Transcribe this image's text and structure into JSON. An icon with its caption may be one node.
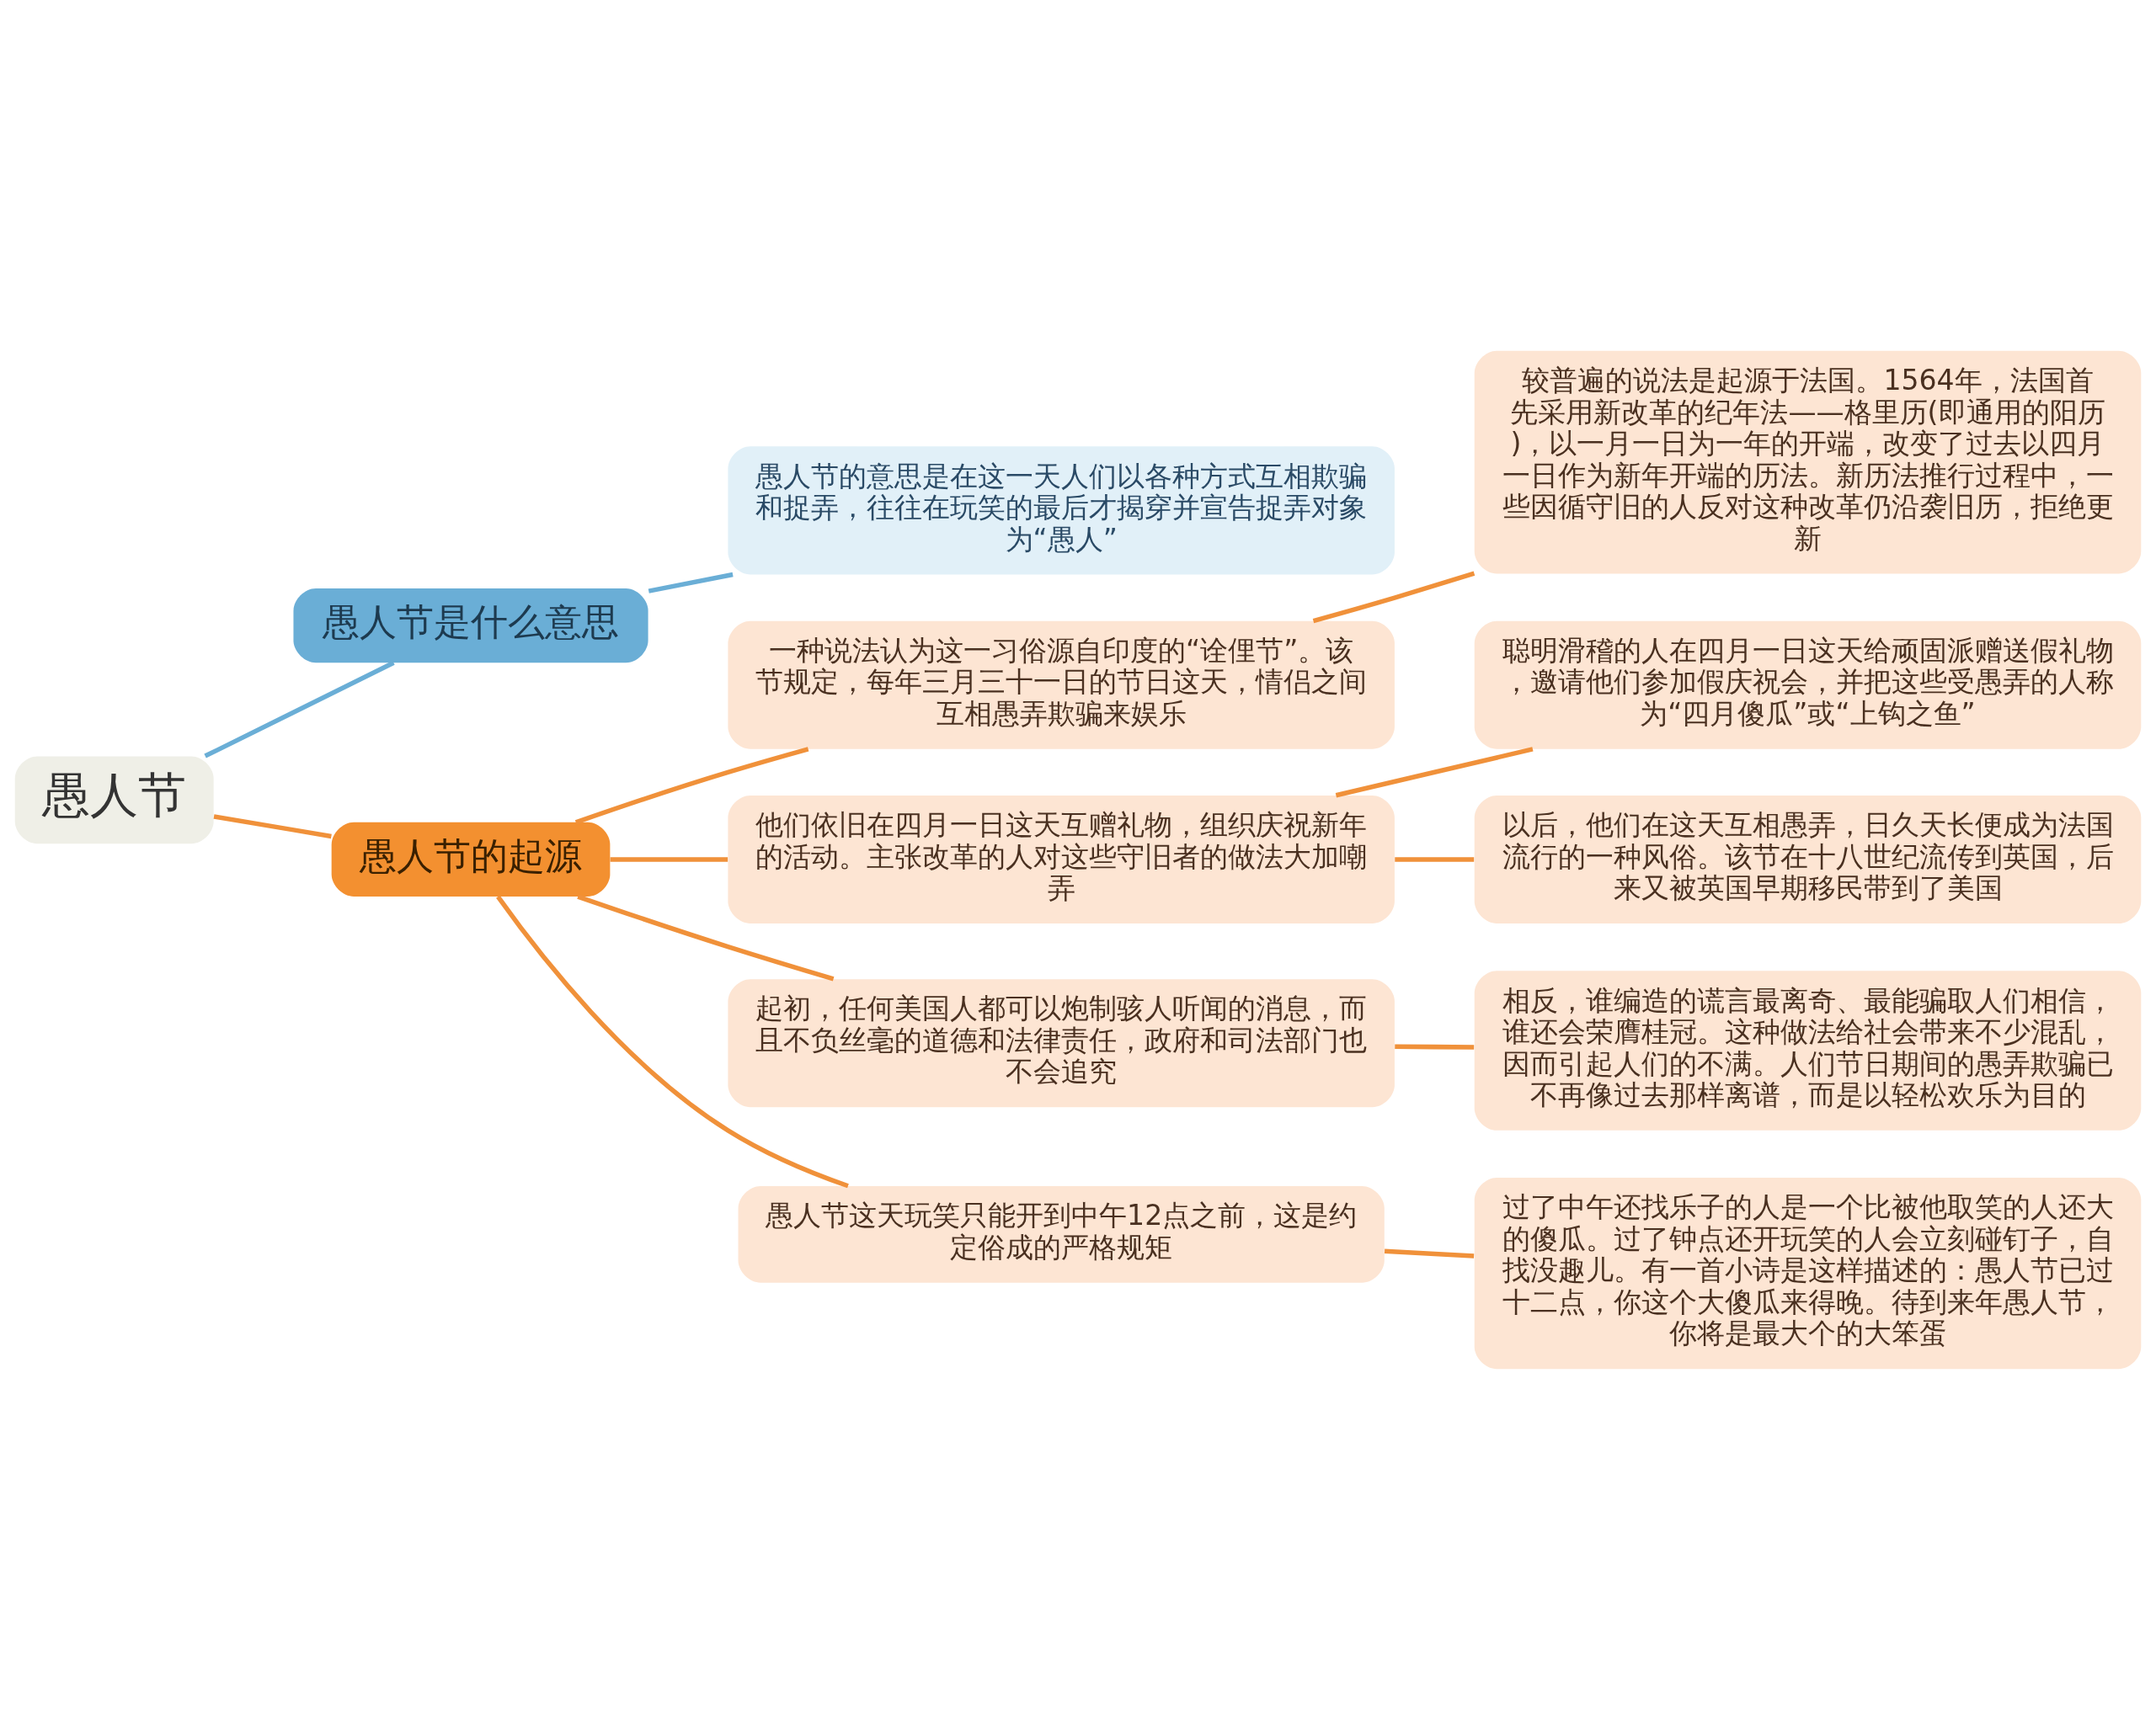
{
  "diagram": {
    "nodes": [
      {
        "text": [
          "愚人节"
        ]
      },
      {
        "text": [
          "愚人节是什么意思"
        ]
      },
      {
        "text": [
          "愚人节的意思是在这一天人们以各种方式互相欺骗和捉弄，往往在玩笑的最后才揭穿并宣告捉弄对象为“愚人”"
        ]
      },
      {
        "text": [
          "愚人节的起源"
        ]
      },
      {
        "text": [
          "一种说法认为这一习俗源自印度的“诠俚节”。该节规定，每年三月三十一日的节日这天，情侣之间互相愚弄欺骗来娱乐"
        ]
      },
      {
        "text": [
          "较普遍的说法是起源于法国。1564年，法国首先采用新改革的纪年法——格里历(即通用的阳历)，以一月一日为一年的开端，改变了过去以四月一日作为新年开端的历法。新历法推行过程中，一些因循守旧的人反对这种改革仍沿袭旧历，拒绝更新"
        ]
      },
      {
        "text": [
          "他们依旧在四月一日这天互赠礼物，组织庆祝新年的活动。主张改革的人对这些守旧者的做法大加嘲弄"
        ]
      },
      {
        "text": [
          "聪明滑稽的人在四月一日这天给顽固派赠送假礼物，邀请他们参加假庆祝会，并把这些受愚弄的人称为“四月傻瓜”或“上钩之鱼”"
        ]
      },
      {
        "text": [
          "以后，他们在这天互相愚弄，日久天长便成为法国流行的一种风俗。该节在十八世纪流传到英国，后来又被英国早期移民带到了美国"
        ]
      },
      {
        "text": [
          "起初，任何美国人都可以炮制骇人听闻的消息，而且不负丝毫的道德和法律责任，政府和司法部门也不会追究"
        ]
      },
      {
        "text": [
          "相反，谁编造的谎言最离奇、最能骗取人们相信，谁还会荣膺桂冠。这种做法给社会带来不少混乱，因而引起人们的不满。人们节日期间的愚弄欺骗已不再像过去那样离谱，而是以轻松欢乐为目的"
        ]
      },
      {
        "text": [
          "愚人节这天玩笑只能开到中午12点之前，这是约定俗成的严格规矩"
        ]
      },
      {
        "text": [
          "过了中午还找乐子的人是一个比被他取笑的人还大的傻瓜。过了钟点还开玩笑的人会立刻碰钉子，自找没趣儿。有一首小诗是这样描述的：愚人节已过十二点，你这个大傻瓜来得晚。待到来年愚人节，你将是最大个的大笨蛋"
        ]
      }
    ],
    "edges": [
      {
        "from": 0,
        "to": 1,
        "arrow": "none",
        "color": "#6aaed6"
      },
      {
        "from": 1,
        "to": 2,
        "arrow": "none",
        "color": "#6aaed6"
      },
      {
        "from": 0,
        "to": 3,
        "arrow": "none"
      },
      {
        "from": 3,
        "to": 4,
        "arrow": "none"
      },
      {
        "from": 4,
        "to": 5,
        "arrow": "none"
      },
      {
        "from": 3,
        "to": 6,
        "arrow": "none"
      },
      {
        "from": 6,
        "to": 7,
        "arrow": "none"
      },
      {
        "from": 6,
        "to": 8,
        "arrow": "none"
      },
      {
        "from": 3,
        "to": 9,
        "arrow": "none"
      },
      {
        "from": 9,
        "to": 10,
        "arrow": "none"
      },
      {
        "from": 3,
        "to": 11,
        "arrow": "none"
      },
      {
        "from": 11,
        "to": 12,
        "arrow": "none"
      }
    ]
  }
}
